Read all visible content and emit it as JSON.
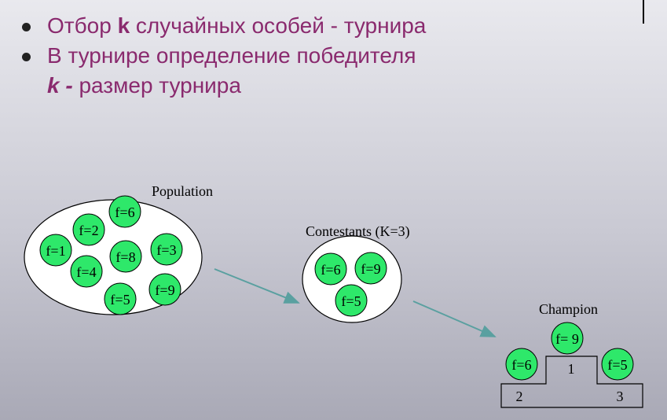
{
  "bullets": [
    {
      "pre": "Отбор ",
      "bold": "k",
      "post": " случайных особей  - турнира"
    },
    {
      "line1": "В турнире определение победителя",
      "k": "k",
      "dash": " - ",
      "rest": "размер турнира"
    }
  ],
  "labels": {
    "population": "Population",
    "contestants": "Contestants (K=3)",
    "champion": "Champion"
  },
  "population": [
    "f=6",
    "f=2",
    "f=1",
    "f=8",
    "f=3",
    "f=4",
    "f=5",
    "f=9"
  ],
  "contestants": [
    "f=6",
    "f=9",
    "f=5"
  ],
  "podium": {
    "first": "f= 9",
    "second": "f=6",
    "third": "f=5",
    "place1": "1",
    "place2": "2",
    "place3": "3"
  },
  "colors": {
    "token": "#2ee86a",
    "arrow": "#5aa0a0",
    "bullet_text": "#8a2a6e"
  }
}
